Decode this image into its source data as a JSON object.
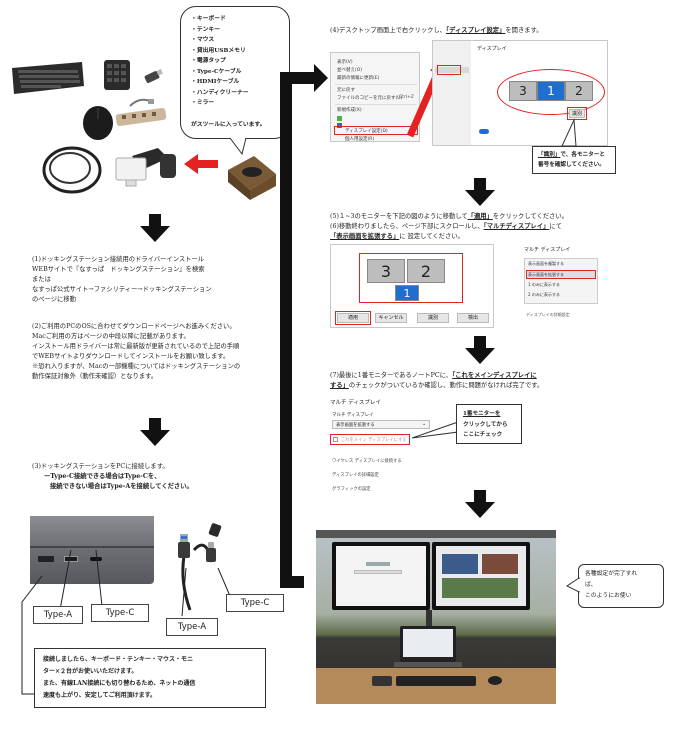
{
  "items_bubble": {
    "items": [
      "キーボード",
      "テンキー",
      "マウス",
      "貸出用USBメモリ",
      "電源タップ",
      "Type-Cケーブル",
      "HDMIケーブル",
      "ハンディクリーナー",
      "ミラー"
    ],
    "footer": "がスツールに入っています。"
  },
  "step1": {
    "lines": [
      "(1)ドッキングステーション接続用のドライバーインストール",
      "WEBサイトで『なすっぱ　ドッキングステーション』を検索",
      "または",
      "なすっぱ公式サイト→ファシリティー→ドッキングステーション",
      "のページに移動"
    ]
  },
  "step2": {
    "lines": [
      "(2)ご利用のPCのOSに合わせてダウンロードページへお進みください。",
      "Macご利用の方はページの中段以降に記載があります。",
      "インストール用ドライバーは常に最新版が更新されているので上記の手順",
      "でWEBサイトよりダウンロードしてインストールをお願い致します。",
      "※恐れ入りますが、Macの一部機種についてはドッキングステーションの",
      "動作保証対象外（動作未確認）となります。"
    ]
  },
  "step3": {
    "lines": [
      "(3)ドッキングステーションをPCに接続します。",
      "ーType-C接続できる場合はType-Cを、",
      "接続できない場合はType-Aを接続してください。"
    ]
  },
  "port_labels": {
    "type_a_laptop": "Type-A",
    "type_c_laptop": "Type-C",
    "type_a_cable": "Type-A",
    "type_c_cable": "Type-C"
  },
  "connect_note": {
    "lines": [
      "接続しましたら、キーボード・テンキー・マウス・モニ",
      "ター×２台がお使いいただけます。",
      "また、有線LAN接続にも切り替わるため、ネットの通信",
      "速度も上がり、安定してご利用頂けます。"
    ]
  },
  "step4": {
    "prefix": "(4)デスクトップ画面上で右クリックし、",
    "highlight": "「ディスプレイ設定」",
    "suffix": "を開きます。"
  },
  "context_menu": {
    "items": [
      "表示(V)",
      "並べ替え(O)",
      "最新の情報に更新(E)",
      "元に戻す",
      "ファイルのコピーを元に戻す(U)",
      "新規作成(X)",
      "ディスプレイ設定(D)",
      "個人用設定(R)"
    ],
    "shortcut": "Ctrl+Z"
  },
  "display_settings_shot": {
    "title": "ディスプレイ",
    "monitors": [
      "3",
      "1",
      "2"
    ],
    "identify_button": "識別"
  },
  "identify_callout": {
    "highlight": "「識別」",
    "lines": [
      "で、各モニターと",
      "番号を確認してください。"
    ]
  },
  "step5": {
    "line1_prefix": "(5)１~3のモニターを下記の図のように移動して",
    "line1_highlight": "「適用」",
    "line1_suffix": "をクリックしてください。",
    "line2_prefix": "(6)移動終わりましたら、ページ下部にスクロールし、",
    "line2_highlight": "「マルチディスプレイ」",
    "line2_suffix": "にて",
    "line3_highlight": "「表示画面を拡張する」",
    "line3_suffix": "に 設定してください。"
  },
  "arrange_shot": {
    "monitors": [
      "3",
      "2",
      "1"
    ],
    "buttons": [
      "適用",
      "キャンセル",
      "識別",
      "検出"
    ]
  },
  "multi_display_shot": {
    "title": "マルチ ディスプレイ",
    "options": [
      "表示画面を複製する",
      "表示画面を拡張する",
      "1 のみに表示する",
      "2 のみに表示する"
    ],
    "footer": "ディスプレイの詳細設定"
  },
  "step7": {
    "prefix": "(7)最後に1番モニターであるノートPCに、",
    "highlight1": "「これをメインディスプレイに",
    "highlight2": "する」",
    "suffix": "のチェックがついているか確認し、動作に問題がなければ完了です。"
  },
  "main_display_shot": {
    "title": "マルチ ディスプレイ",
    "label": "マルチ ディスプレイ",
    "dropdown": "表示画面を拡張する",
    "checkbox": "これをメイン ディスプレイにする",
    "links": [
      "ワイヤレス ディスプレイに接続する",
      "ディスプレイの詳細設定",
      "グラフィックの設定"
    ]
  },
  "main_callout": {
    "lines": [
      "1番モニターを",
      "クリックしてから",
      "ここにチェック"
    ]
  },
  "finish_bubble": {
    "lines": [
      "各種設定が完了すれ",
      "ば、",
      "このようにお使い"
    ]
  }
}
